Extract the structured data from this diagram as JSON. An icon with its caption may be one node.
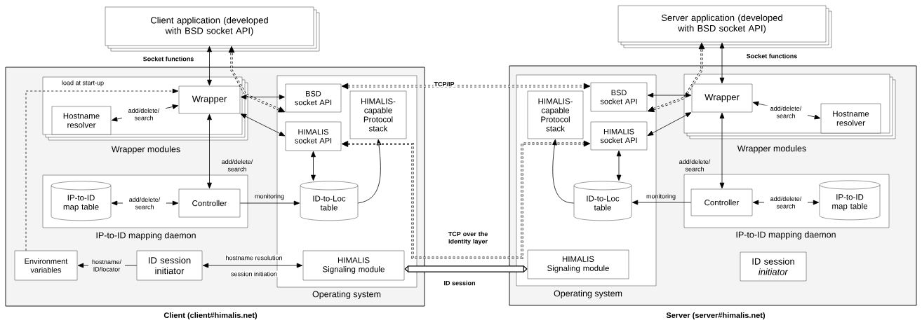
{
  "diagram": {
    "nodes": [
      {
        "text": [
          "Client application (developed with BSD socket API)"
        ]
      },
      {
        "text": [
          "Server application (developed with BSD socket API)"
        ]
      },
      {
        "text": [
          "Client (client#himalis.net)"
        ]
      },
      {
        "text": [
          "Wrapper modules"
        ],
        "in": 2
      },
      {
        "text": [
          "Wrapper"
        ],
        "in": 3
      },
      {
        "text": [
          "Hostname resolver"
        ],
        "in": 3
      },
      {
        "text": [
          "IP-to-ID mapping daemon"
        ],
        "in": 2
      },
      {
        "text": [
          "IP-to-ID map table"
        ],
        "in": 6
      },
      {
        "text": [
          "Controller"
        ],
        "in": 6
      },
      {
        "text": [
          "Environment variables"
        ],
        "in": 2
      },
      {
        "text": [
          "ID session initiator"
        ],
        "in": 2
      },
      {
        "text": [
          "Operating system"
        ],
        "in": 2
      },
      {
        "text": [
          "BSD socket API"
        ],
        "in": 11
      },
      {
        "text": [
          "HIMALIS socket API"
        ],
        "in": 11
      },
      {
        "text": [
          "HIMALIS-capable Protocol stack"
        ],
        "in": 11
      },
      {
        "text": [
          "ID-to-Loc table"
        ],
        "in": 11
      },
      {
        "text": [
          "HIMALIS Signaling module"
        ],
        "in": 11
      },
      {
        "text": [
          "Server (server#himalis.net)"
        ]
      },
      {
        "text": [
          "Operating system"
        ],
        "in": 17
      },
      {
        "text": [
          "HIMALIS-capable Protocol stack"
        ],
        "in": 18
      },
      {
        "text": [
          "BSD socket API"
        ],
        "in": 18
      },
      {
        "text": [
          "HIMALIS socket API"
        ],
        "in": 18
      },
      {
        "text": [
          "ID-to-Loc table"
        ],
        "in": 18
      },
      {
        "text": [
          "HIMALIS Signaling module"
        ],
        "in": 18
      },
      {
        "text": [
          "Wrapper modules"
        ],
        "in": 17
      },
      {
        "text": [
          "Wrapper"
        ],
        "in": 24
      },
      {
        "text": [
          "Hostname resolver"
        ],
        "in": 24
      },
      {
        "text": [
          "IP-to-ID mapping daemon"
        ],
        "in": 17
      },
      {
        "text": [
          "Controller"
        ],
        "in": 27
      },
      {
        "text": [
          "IP-to-ID map table"
        ],
        "in": 27
      },
      {
        "text": [
          "ID session *initiator*"
        ],
        "in": 17
      }
    ],
    "edges": [
      {
        "from": 4,
        "to": 0,
        "arrow": "both",
        "label": "Socket functions"
      },
      {
        "from": 12,
        "to": 0,
        "arrow": "both",
        "style": "dashed"
      },
      {
        "from": 4,
        "to": 12,
        "arrow": "both"
      },
      {
        "from": 4,
        "to": 13,
        "arrow": "both"
      },
      {
        "from": 5,
        "to": 4,
        "arrow": "both",
        "label": "add/delete/ search"
      },
      {
        "from": 9,
        "to": 4,
        "arrow": "to",
        "style": "dashed",
        "label": "load at start-up"
      },
      {
        "from": 4,
        "to": 8,
        "arrow": "both",
        "label": "add/delete/ search"
      },
      {
        "from": 7,
        "to": 8,
        "arrow": "both",
        "label": "add/delete/ search"
      },
      {
        "from": 8,
        "to": 15,
        "arrow": "to",
        "label": "monitoring"
      },
      {
        "from": 13,
        "to": 15,
        "arrow": "both"
      },
      {
        "from": 15,
        "to": 14,
        "arrow": "to"
      },
      {
        "from": 10,
        "to": 9,
        "arrow": "to",
        "label": "hostname/ ID/locator"
      },
      {
        "from": 10,
        "to": 16,
        "arrow": "both",
        "label": "hostname resolution"
      },
      {
        "from": 12,
        "to": 20,
        "arrow": "both",
        "style": "dashed",
        "label": "TCP/IP"
      },
      {
        "from": 16,
        "to": 23,
        "arrow": "both",
        "style": "thick",
        "label": "ID session"
      },
      {
        "from": 13,
        "to": 21,
        "arrow": "both",
        "style": "dashed",
        "label": "TCP over the identity layer"
      },
      {
        "from": 25,
        "to": 1,
        "arrow": "both",
        "label": "Socket functions"
      },
      {
        "from": 20,
        "to": 1,
        "arrow": "both",
        "style": "dashed"
      },
      {
        "from": 25,
        "to": 20,
        "arrow": "both"
      },
      {
        "from": 25,
        "to": 21,
        "arrow": "both"
      },
      {
        "from": 25,
        "to": 26,
        "arrow": "both",
        "label": "add/delete/ search"
      },
      {
        "from": 25,
        "to": 28,
        "arrow": "both",
        "label": "add/delete/ search"
      },
      {
        "from": 28,
        "to": 22,
        "arrow": "to",
        "label": "monitoring"
      },
      {
        "from": 28,
        "to": 29,
        "arrow": "both",
        "label": "add/delete/ search"
      },
      {
        "from": 21,
        "to": 22,
        "arrow": "both"
      },
      {
        "from": 22,
        "to": 19,
        "arrow": "to"
      }
    ],
    "labels": [
      "session initiation"
    ]
  }
}
